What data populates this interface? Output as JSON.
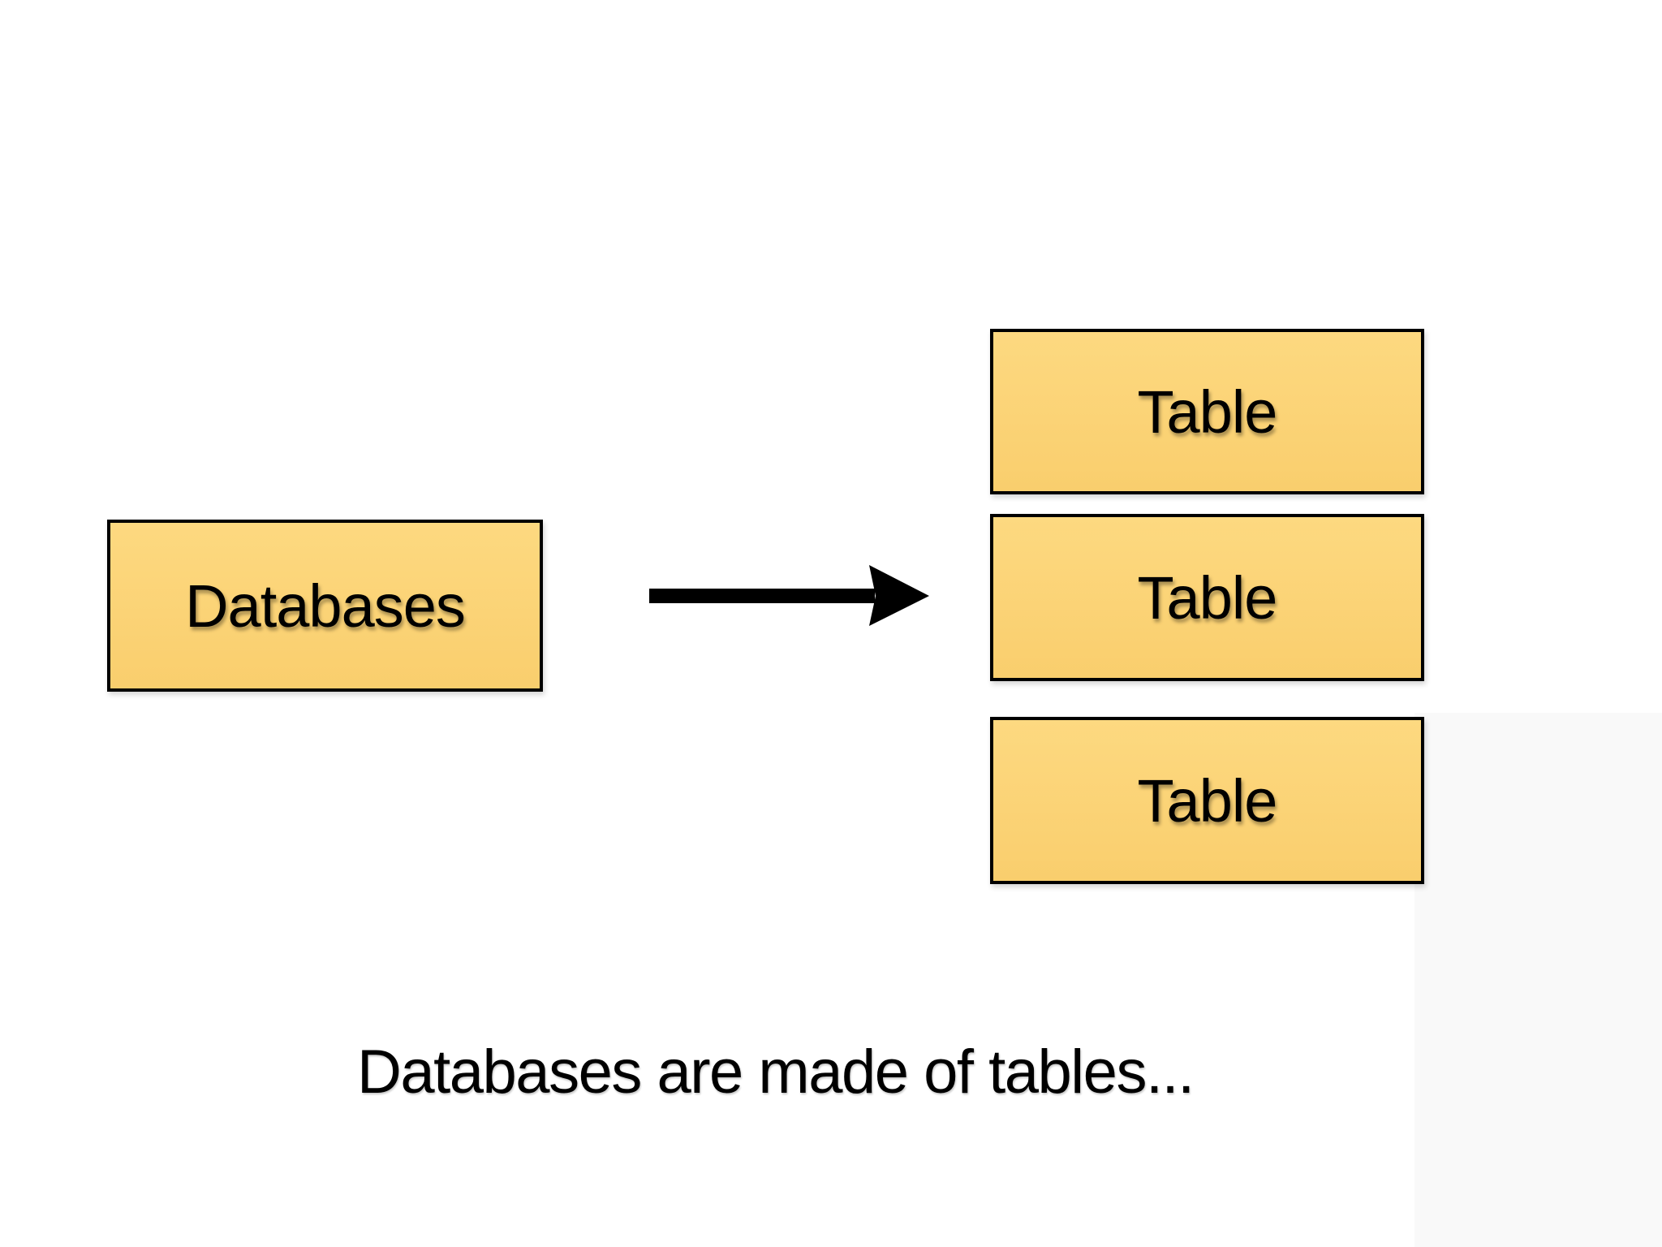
{
  "slide": {
    "caption": {
      "text": "Databases are made of tables..."
    },
    "boxes": {
      "database": {
        "label": "Databases"
      },
      "tables": [
        {
          "label": "Table"
        },
        {
          "label": "Table"
        },
        {
          "label": "Table"
        }
      ]
    },
    "arrow": {
      "direction": "right"
    },
    "colors": {
      "box_fill": "#FBD376",
      "box_border": "#000000",
      "arrow": "#000000",
      "text": "#000000",
      "background": "#FFFFFF",
      "shade": "#FAFAFA"
    }
  }
}
